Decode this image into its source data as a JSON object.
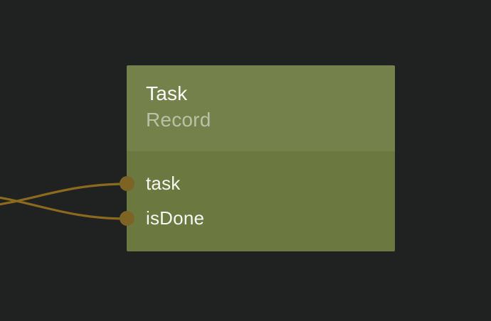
{
  "canvas": {
    "background_color": "#202121"
  },
  "node": {
    "title": "Task",
    "subtitle": "Record",
    "header_color": "#75814a",
    "body_color": "#6b7840",
    "title_color": "#fbfbf8",
    "fields": [
      {
        "label": "task"
      },
      {
        "label": "isDone"
      }
    ]
  },
  "ports": {
    "color": "#7d6425",
    "count": 2
  },
  "edges": {
    "color": "#8b6a20",
    "count": 2
  }
}
